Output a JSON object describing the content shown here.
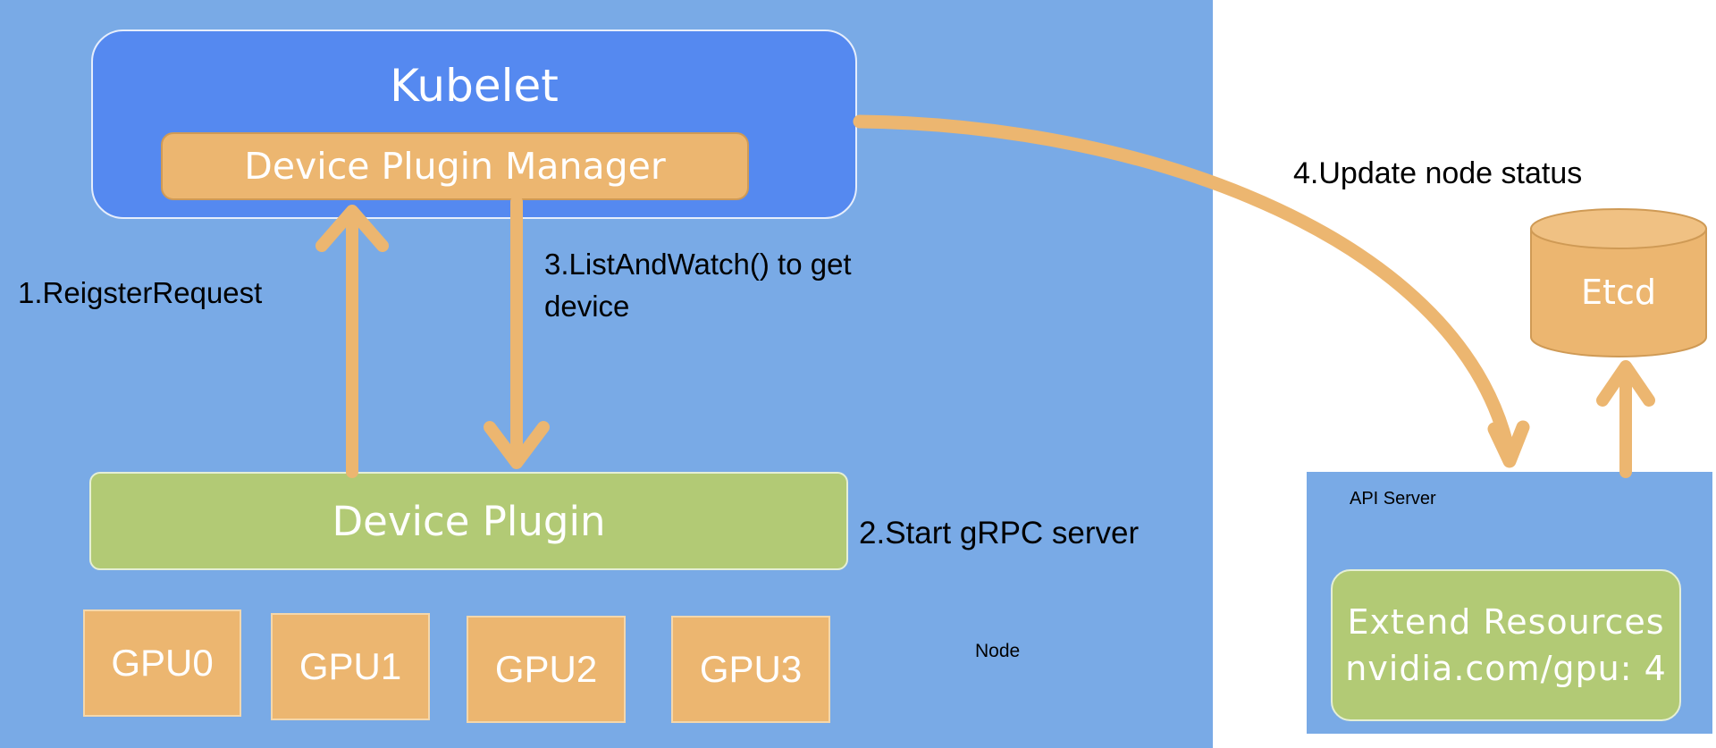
{
  "kubelet": {
    "title": "Kubelet",
    "manager_label": "Device Plugin Manager"
  },
  "device_plugin": {
    "label": "Device Plugin"
  },
  "gpus": [
    "GPU0",
    "GPU1",
    "GPU2",
    "GPU3"
  ],
  "node_label": "Node",
  "steps": {
    "register": "1.ReigsterRequest",
    "start_grpc": "2.Start gRPC server",
    "list_watch_line1": "3.ListAndWatch() to get",
    "list_watch_line2": "device",
    "update_status": "4.Update node status"
  },
  "api_server": {
    "label": "API Server",
    "extend_line1": "Extend Resources",
    "extend_line2": "nvidia.com/gpu: 4"
  },
  "etcd": {
    "label": "Etcd"
  },
  "colors": {
    "node_bg": "#79aae6",
    "kubelet_bg": "#5589f0",
    "orange": "#ecb670",
    "green": "#b2ca75"
  }
}
